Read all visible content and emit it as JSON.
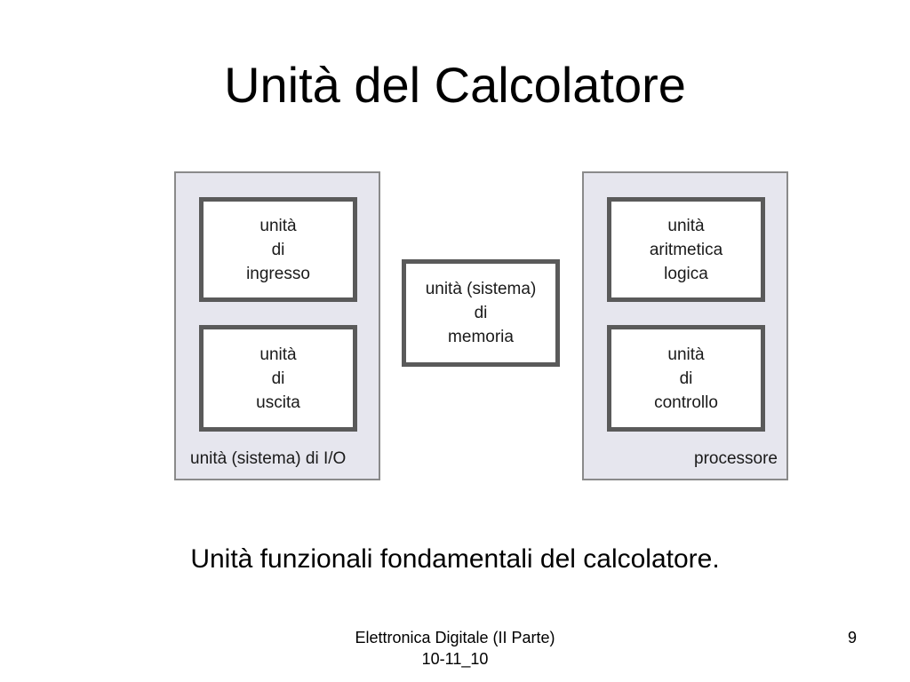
{
  "slide": {
    "title": "Unità del Calcolatore",
    "caption": "Unità funzionali fondamentali del calcolatore.",
    "footer": {
      "line1": "Elettronica Digitale (II Parte)",
      "line2": "10-11_10"
    },
    "page_number": "9"
  },
  "diagram": {
    "io_group": {
      "label": "unità (sistema) di I/O",
      "input_unit": [
        "unità",
        "di",
        "ingresso"
      ],
      "output_unit": [
        "unità",
        "di",
        "uscita"
      ]
    },
    "memory_unit": [
      "unità (sistema)",
      "di",
      "memoria"
    ],
    "processor_group": {
      "label": "processore",
      "alu": [
        "unità",
        "aritmetica",
        "logica"
      ],
      "control_unit": [
        "unità",
        "di",
        "controllo"
      ]
    }
  },
  "colors": {
    "group_fill": "#e6e6ee",
    "group_border": "#8a8a8a",
    "box_border": "#5a5a5a"
  }
}
